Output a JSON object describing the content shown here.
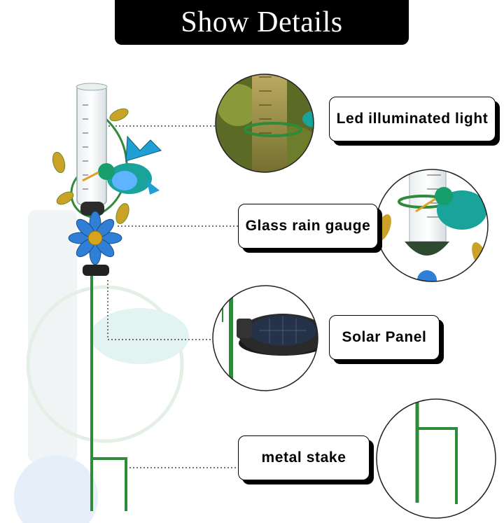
{
  "header": {
    "title": "Show Details"
  },
  "features": [
    {
      "label": "Led illuminated light",
      "icon": "led-light-closeup-photo"
    },
    {
      "label": "Glass rain gauge",
      "icon": "rain-gauge-closeup-photo"
    },
    {
      "label": "Solar Panel",
      "icon": "solar-panel-closeup-photo"
    },
    {
      "label": "metal stake",
      "icon": "metal-stake-closeup-photo"
    }
  ],
  "colors": {
    "banner": "#000000",
    "stake_green": "#2e8b3a",
    "flower_blue": "#2f7fd6",
    "hummingbird_teal": "#1aa39a",
    "leaf_gold": "#c9a227"
  }
}
